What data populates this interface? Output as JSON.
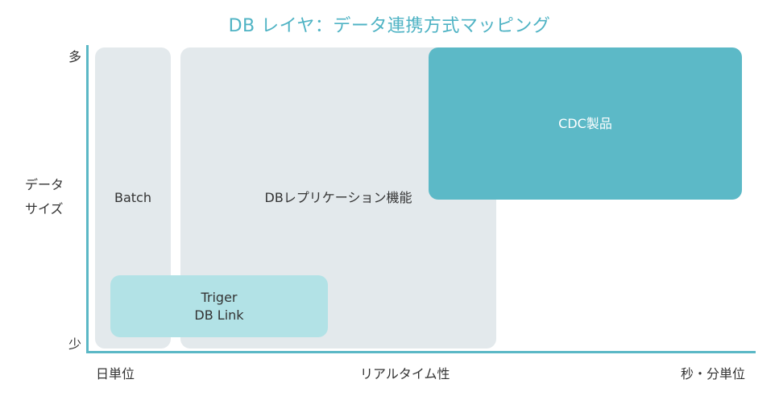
{
  "title": "DB レイヤ：データ連携方式マッピング",
  "colors": {
    "title": "#4fb3c4",
    "axis": "#5bb8c6",
    "region_bg": "#e3e9ec",
    "cdc": "#5cb9c7",
    "trigger": "#b2e2e6",
    "text": "#333333"
  },
  "y_axis": {
    "label_line1": "データ",
    "label_line2": "サイズ",
    "top": "多",
    "bottom": "少"
  },
  "x_axis": {
    "left": "日単位",
    "center": "リアルタイム性",
    "right": "秒・分単位"
  },
  "regions": {
    "batch": "Batch",
    "replication": "DBレプリケーション機能",
    "cdc": "CDC製品",
    "trigger_line1": "Triger",
    "trigger_line2": "DB Link"
  }
}
